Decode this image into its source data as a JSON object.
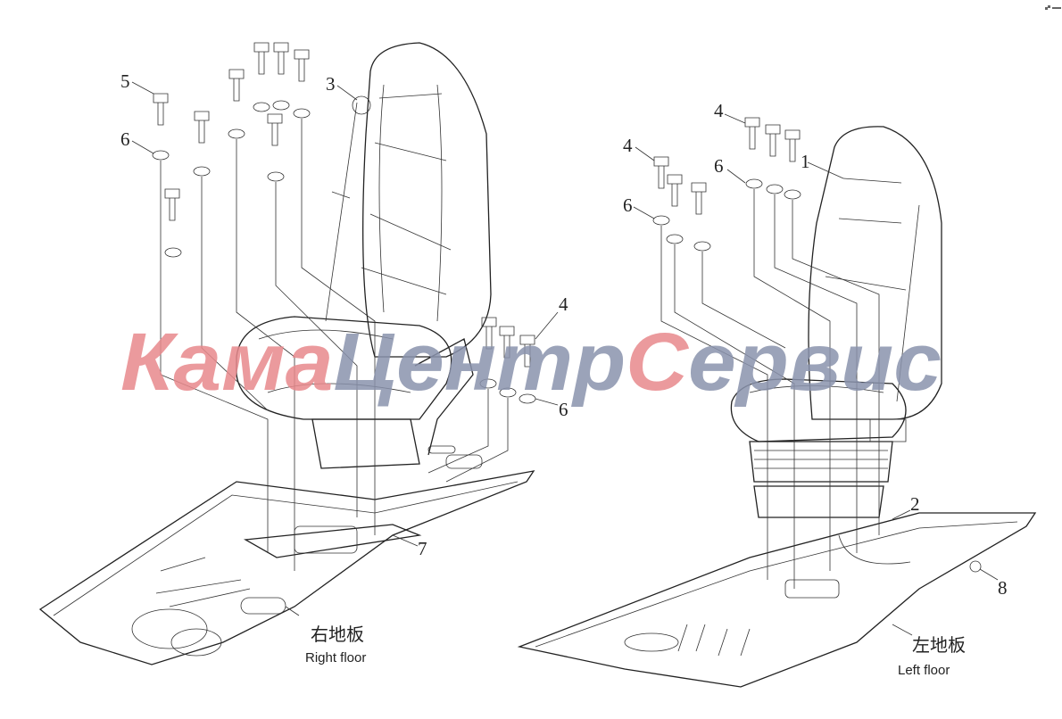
{
  "callouts": {
    "left": [
      {
        "id": "5",
        "text": "5"
      },
      {
        "id": "6a",
        "text": "6"
      },
      {
        "id": "3",
        "text": "3"
      },
      {
        "id": "4a",
        "text": "4"
      },
      {
        "id": "6b",
        "text": "6"
      },
      {
        "id": "7",
        "text": "7"
      }
    ],
    "right": [
      {
        "id": "4b",
        "text": "4"
      },
      {
        "id": "4c",
        "text": "4"
      },
      {
        "id": "6c",
        "text": "6"
      },
      {
        "id": "6d",
        "text": "6"
      },
      {
        "id": "1",
        "text": "1"
      },
      {
        "id": "2",
        "text": "2"
      },
      {
        "id": "8",
        "text": "8"
      }
    ]
  },
  "floors": {
    "right": {
      "cn": "右地板",
      "en": "Right floor"
    },
    "left": {
      "cn": "左地板",
      "en": "Left floor"
    }
  },
  "watermark": {
    "part1": "Кама",
    "part2": "Центр",
    "part3": "С",
    "part4": "ервис",
    "red": "#e8898c",
    "gray": "#8a93ad"
  }
}
